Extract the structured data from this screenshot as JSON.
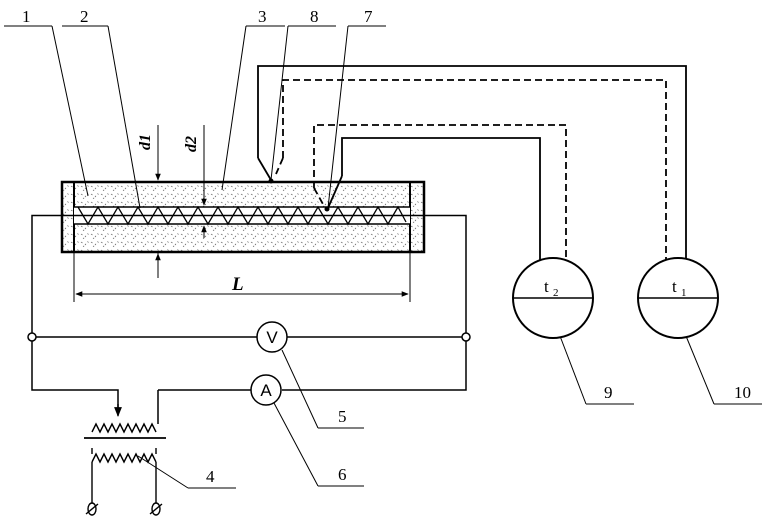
{
  "callouts": {
    "n1": "1",
    "n2": "2",
    "n3": "3",
    "n4": "4",
    "n5": "5",
    "n6": "6",
    "n7": "7",
    "n8": "8",
    "n9": "9",
    "n10": "10"
  },
  "dimensions": {
    "d1": "d1",
    "d2": "d2",
    "length": "L"
  },
  "instruments": {
    "voltmeter": "V",
    "ammeter": "A"
  },
  "thermometers": {
    "t2": {
      "base": "t",
      "sub": "2"
    },
    "t1": {
      "base": "t",
      "sub": "1"
    }
  }
}
